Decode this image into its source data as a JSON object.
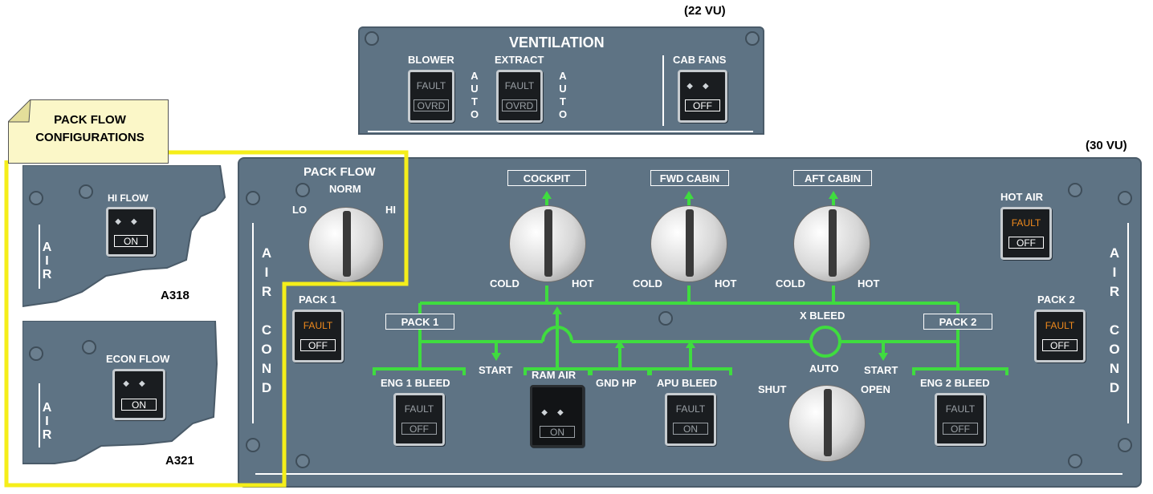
{
  "vu_labels": {
    "ventilation": "(22 VU)",
    "air_cond": "(30 VU)"
  },
  "ventilation": {
    "title": "VENTILATION",
    "blower": {
      "label": "BLOWER",
      "top": "FAULT",
      "bottom": "OVRD",
      "auto": "AUTO"
    },
    "extract": {
      "label": "EXTRACT",
      "top": "FAULT",
      "bottom": "OVRD",
      "auto": "AUTO"
    },
    "cab_fans": {
      "label": "CAB FANS",
      "bottom": "OFF"
    }
  },
  "callout": {
    "title": "PACK FLOW CONFIGURATIONS"
  },
  "a318": {
    "button_label": "HI FLOW",
    "bottom": "ON",
    "side": "AIR",
    "model": "A318"
  },
  "a321": {
    "button_label": "ECON FLOW",
    "bottom": "ON",
    "side": "AIR",
    "model": "A321"
  },
  "air_cond": {
    "side_text": "AIR COND",
    "pack_flow": {
      "title": "PACK FLOW",
      "norm": "NORM",
      "lo": "LO",
      "hi": "HI"
    },
    "zones": [
      {
        "label": "COCKPIT",
        "cold": "COLD",
        "hot": "HOT"
      },
      {
        "label": "FWD CABIN",
        "cold": "COLD",
        "hot": "HOT"
      },
      {
        "label": "AFT CABIN",
        "cold": "COLD",
        "hot": "HOT"
      }
    ],
    "hot_air": {
      "label": "HOT AIR",
      "top": "FAULT",
      "bottom": "OFF"
    },
    "pack1": {
      "label": "PACK 1",
      "top": "FAULT",
      "bottom": "OFF",
      "flow_label": "PACK 1"
    },
    "pack2": {
      "label": "PACK 2",
      "top": "FAULT",
      "bottom": "OFF",
      "flow_label": "PACK 2"
    },
    "x_bleed": {
      "label": "X BLEED",
      "auto": "AUTO",
      "shut": "SHUT",
      "open": "OPEN"
    },
    "start_left": "START",
    "start_right": "START",
    "eng1_bleed": {
      "label": "ENG 1 BLEED",
      "top": "FAULT",
      "bottom": "OFF"
    },
    "ram_air": {
      "label": "RAM AIR",
      "bottom": "ON"
    },
    "gnd_hp": "GND HP",
    "apu_bleed": {
      "label": "APU BLEED",
      "top": "FAULT",
      "bottom": "ON"
    },
    "eng2_bleed": {
      "label": "ENG 2 BLEED",
      "top": "FAULT",
      "bottom": "OFF"
    }
  },
  "colors": {
    "panel": "#5e7384",
    "flow_line": "#3fdc3f",
    "fault_amber": "#f08a1c",
    "callout_outline": "#f5ee1a"
  }
}
